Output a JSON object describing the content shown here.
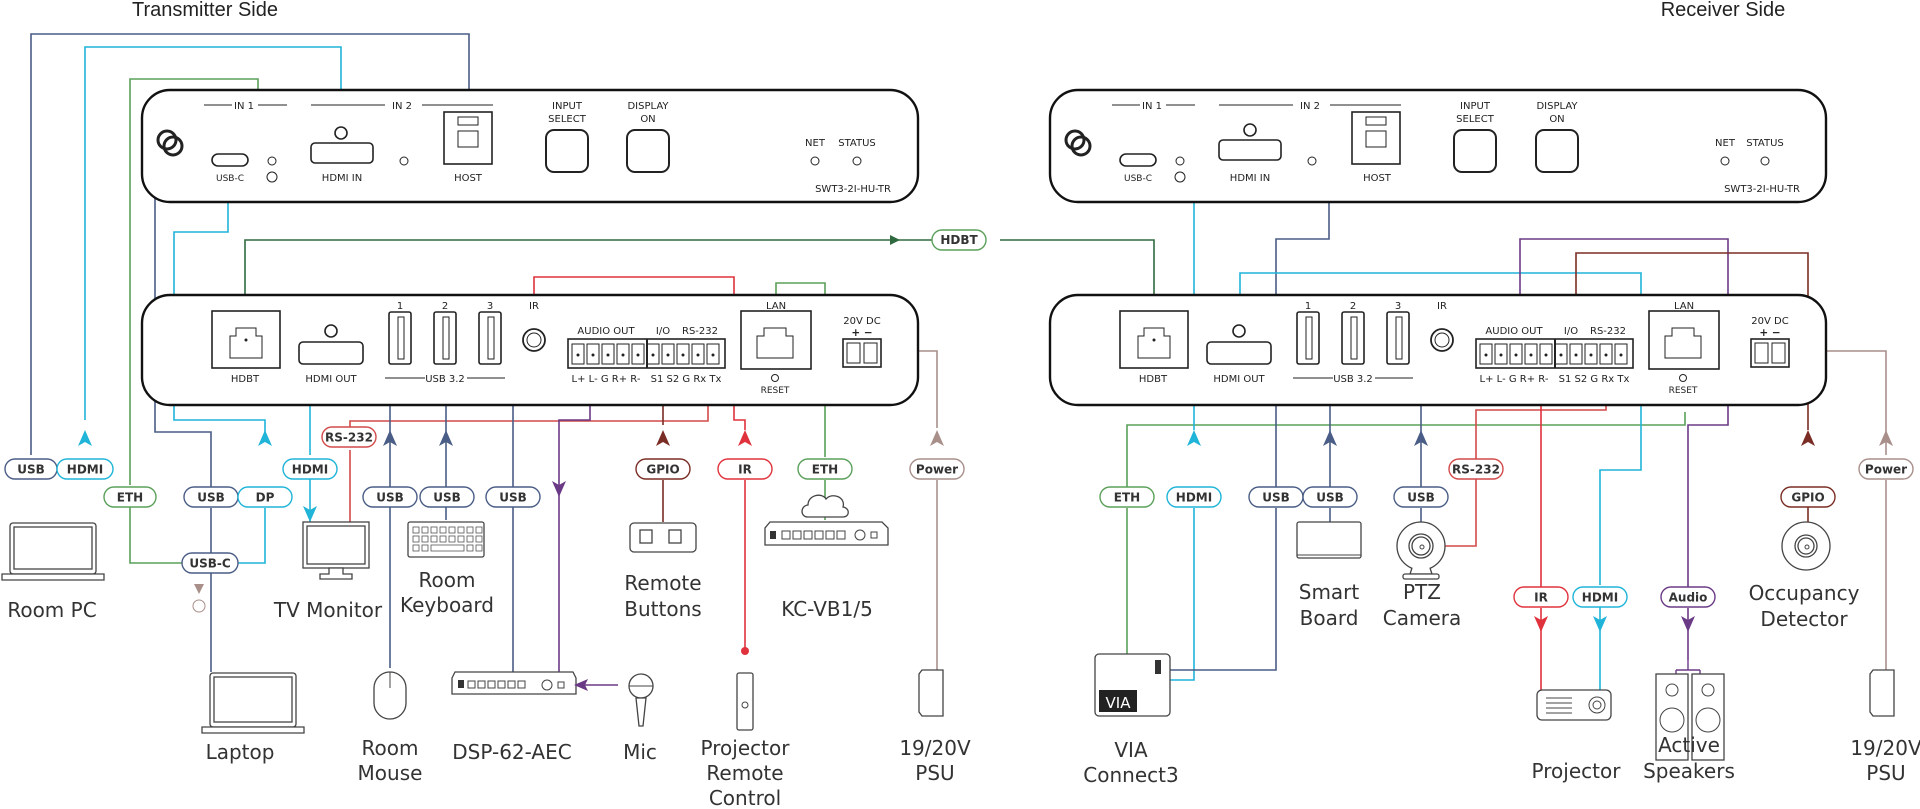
{
  "colors": {
    "usb": "#4a5d86",
    "hdmi": "#1fb4d8",
    "eth": "#5aa05a",
    "hdbt": "#2f6a3f",
    "rs232": "#d24a4a",
    "ir": "#e0323c",
    "gpio": "#7a2d24",
    "audio": "#6b3a86",
    "power": "#a88f8a",
    "panel": "#111111"
  },
  "titles": {
    "transmitter": "Transmitter Side",
    "receiver": "Receiver Side"
  },
  "front_panel": {
    "in1": "IN 1",
    "in2": "IN 2",
    "usb_c": "USB-C",
    "hdmi_in": "HDMI IN",
    "host": "HOST",
    "input_select": [
      "INPUT",
      "SELECT"
    ],
    "display_on": [
      "DISPLAY",
      "ON"
    ],
    "net": "NET",
    "status": "STATUS",
    "model": "SWT3-2I-HU-TR"
  },
  "rear_panel": {
    "hdbt": "HDBT",
    "hdmi_out": "HDMI OUT",
    "usb_nums": [
      "1",
      "2",
      "3"
    ],
    "usb_group": "USB 3.2",
    "ir": "IR",
    "audio_out": "AUDIO OUT",
    "io": "I/O",
    "rs232": "RS-232",
    "audio_pins": "L+ L-  G R+ R-",
    "io_pins": "S1 S2  G Rx Tx",
    "lan": "LAN",
    "reset": "RESET",
    "dc": "20V DC",
    "dc_pol": "+ −"
  },
  "link": {
    "hdbt": "HDBT"
  },
  "cable_labels": {
    "tx": {
      "room_pc_usb": "USB",
      "room_pc_hdmi": "HDMI",
      "laptop_eth": "ETH",
      "laptop_usb": "USB",
      "laptop_dp": "DP",
      "laptop_usbc": "USB-C",
      "tv_hdmi": "HDMI",
      "tv_rs232": "RS-232",
      "mouse_usb": "USB",
      "kbd_usb": "USB",
      "dsp_usb": "USB",
      "gpio": "GPIO",
      "ir": "IR",
      "eth": "ETH",
      "power": "Power"
    },
    "rx": {
      "via_eth": "ETH",
      "via_hdmi": "HDMI",
      "via_usb": "USB",
      "board_usb": "USB",
      "ptz_usb": "USB",
      "ptz_rs232": "RS-232",
      "proj_ir": "IR",
      "proj_hdmi": "HDMI",
      "audio": "Audio",
      "gpio": "GPIO",
      "power": "Power"
    }
  },
  "devices": {
    "tx": {
      "room_pc": [
        "Room PC"
      ],
      "laptop": [
        "Laptop"
      ],
      "tv_monitor": [
        "TV Monitor"
      ],
      "room_keyboard": [
        "Room",
        "Keyboard"
      ],
      "room_mouse": [
        "Room",
        "Mouse"
      ],
      "dsp": [
        "DSP-62-AEC"
      ],
      "mic": [
        "Mic"
      ],
      "remote_buttons": [
        "Remote",
        "Buttons"
      ],
      "projector_remote": [
        "Projector",
        "Remote",
        "Control"
      ],
      "kc_vb": [
        "KC-VB1/5"
      ],
      "psu": [
        "19/20V",
        "PSU"
      ]
    },
    "rx": {
      "via": [
        "VIA",
        "Connect3"
      ],
      "via_badge": "VIA",
      "smart_board": [
        "Smart",
        "Board"
      ],
      "ptz_camera": [
        "PTZ",
        "Camera"
      ],
      "projector": [
        "Projector"
      ],
      "speakers": [
        "Active",
        "Speakers"
      ],
      "occupancy": [
        "Occupancy",
        "Detector"
      ],
      "psu": [
        "19/20V",
        "PSU"
      ]
    }
  },
  "icons": {
    "power_symbol": "⚡"
  }
}
